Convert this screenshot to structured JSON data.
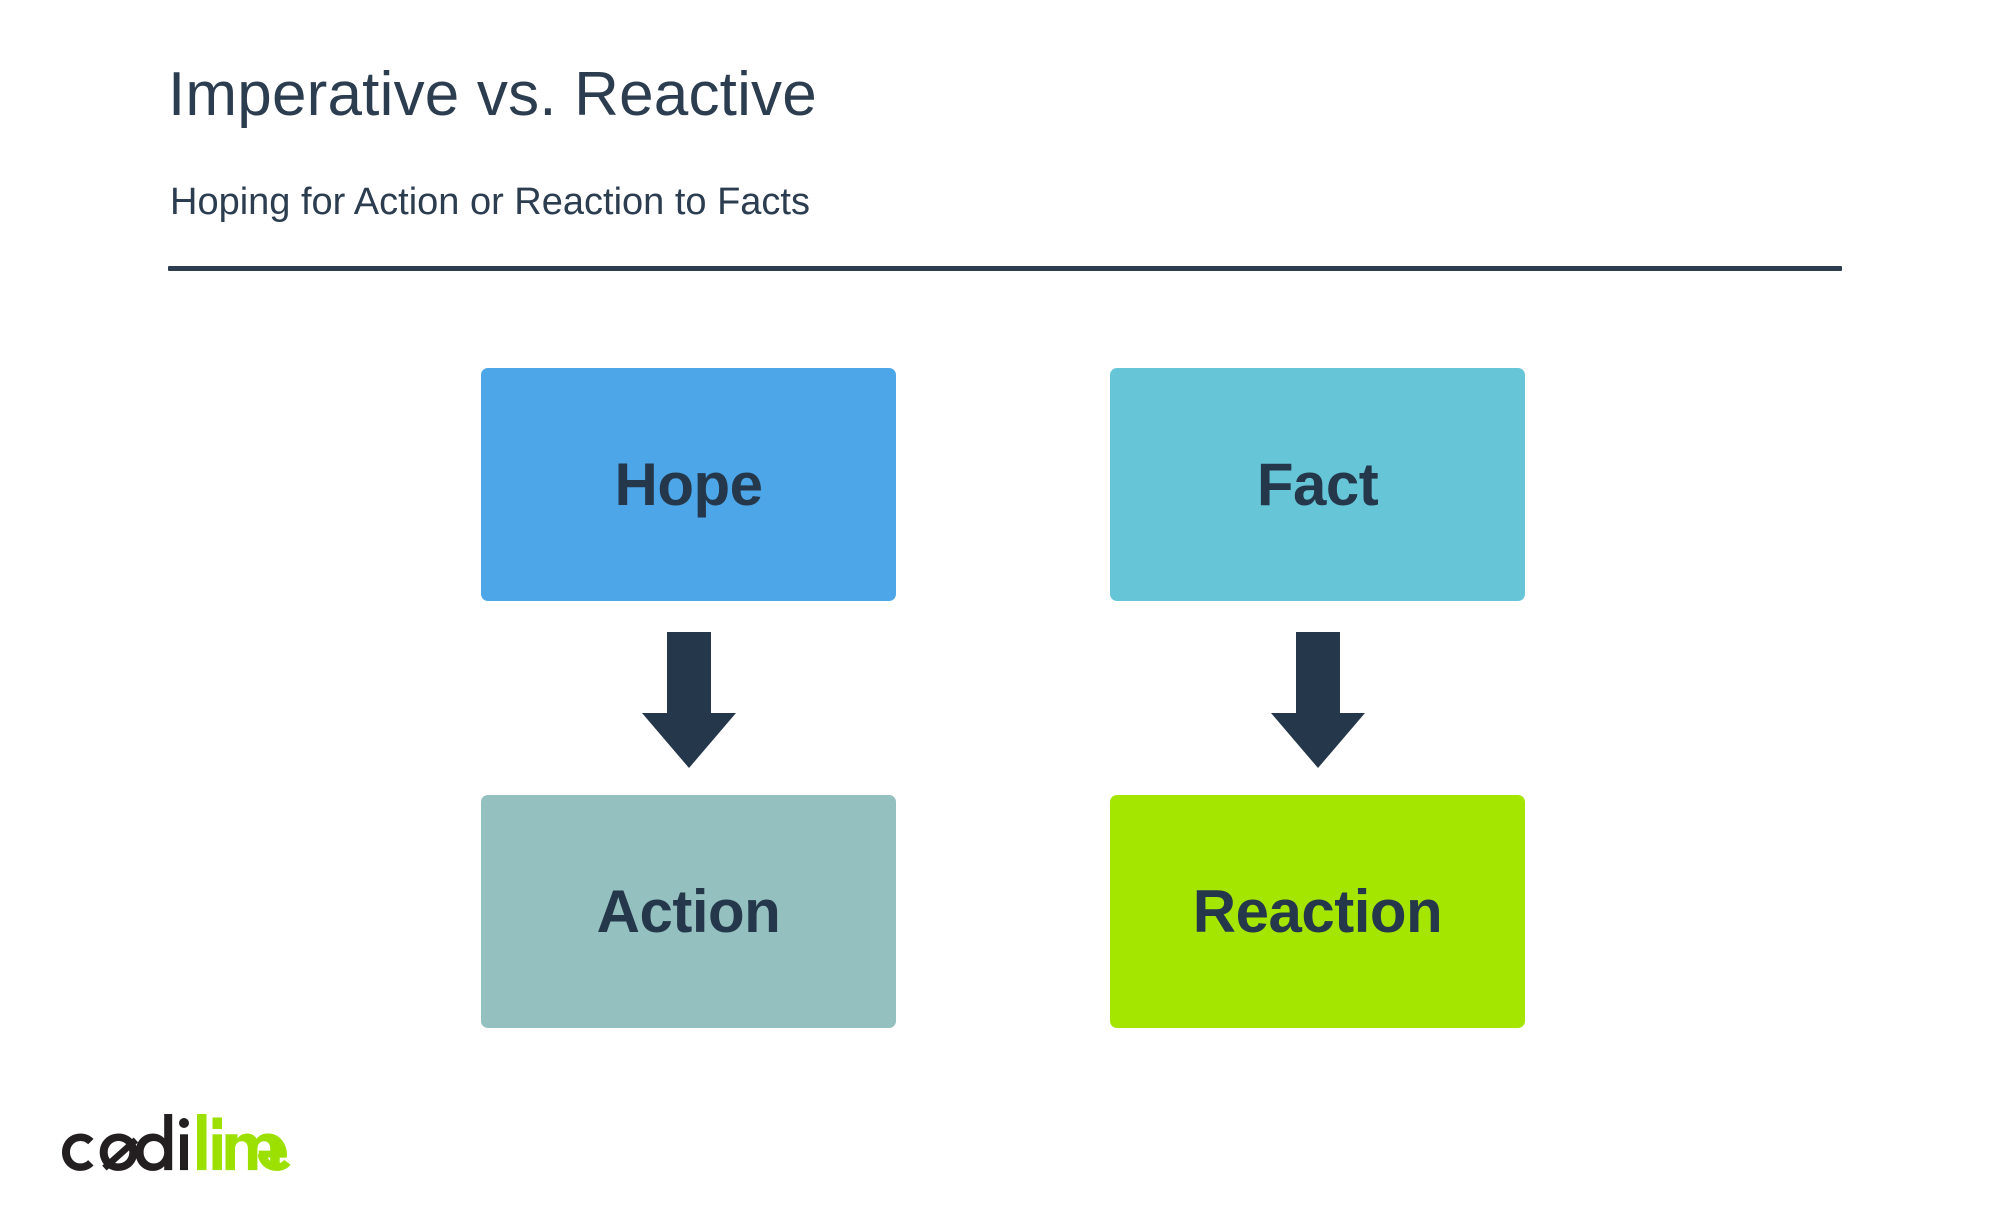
{
  "slide": {
    "title": "Imperative vs. Reactive",
    "subtitle": "Hoping for Action or Reaction to Facts",
    "background_color": "#ffffff",
    "heading_color": "#2b3d4f",
    "divider_color": "#2b3d4f"
  },
  "diagram": {
    "type": "flow",
    "arrow_color": "#25374a",
    "label_color": "#25374a",
    "columns": [
      {
        "name": "imperative",
        "top": {
          "label": "Hope",
          "color": "#4da6e8"
        },
        "arrow": {
          "name": "down-arrow",
          "direction": "down"
        },
        "bottom": {
          "label": "Action",
          "color": "#94c0bf"
        }
      },
      {
        "name": "reactive",
        "top": {
          "label": "Fact",
          "color": "#66c6d8"
        },
        "arrow": {
          "name": "down-arrow",
          "direction": "down"
        },
        "bottom": {
          "label": "Reaction",
          "color": "#a5e600"
        }
      }
    ]
  },
  "branding": {
    "logo_text_dark": "codi",
    "logo_text_accent": "lime",
    "logo_full_text": "codilime",
    "dark_color": "#231f20",
    "accent_color": "#9ce000"
  }
}
